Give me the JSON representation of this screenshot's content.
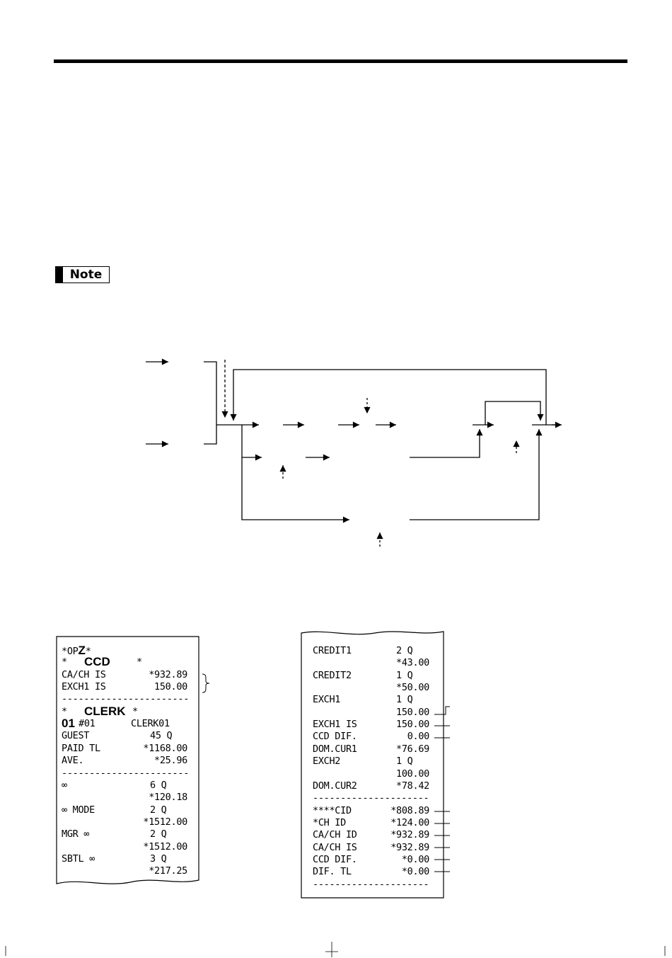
{
  "note": {
    "label": "Note"
  },
  "receipt_left": {
    "lines": [
      {
        "type": "header",
        "a": "*OP",
        "b": "Z",
        "c": "*"
      },
      {
        "type": "title",
        "a": "*",
        "b": "CCD",
        "c": "*"
      },
      {
        "type": "row",
        "l": "CA/CH IS",
        "m": "",
        "r": "*932.89"
      },
      {
        "type": "row",
        "l": "EXCH1 IS",
        "m": "",
        "r": "150.00"
      },
      {
        "type": "dash",
        "text": "------------------------"
      },
      {
        "type": "title",
        "a": "*",
        "b": "CLERK",
        "c": "*"
      },
      {
        "type": "clerk",
        "a": "01",
        "b": "#01",
        "c": "CLERK01"
      },
      {
        "type": "row",
        "l": "GUEST",
        "m": "45 Q",
        "r": ""
      },
      {
        "type": "row",
        "l": "PAID TL",
        "m": "",
        "r": "*1168.00"
      },
      {
        "type": "row",
        "l": "AVE.",
        "m": "",
        "r": "*25.96"
      },
      {
        "type": "dash",
        "text": "------------------------"
      },
      {
        "type": "row",
        "l": "∞",
        "m": "6 Q",
        "r": ""
      },
      {
        "type": "row",
        "l": "",
        "m": "",
        "r": "*120.18"
      },
      {
        "type": "row",
        "l": "∞ MODE",
        "m": "2 Q",
        "r": ""
      },
      {
        "type": "row",
        "l": "",
        "m": "",
        "r": "*1512.00"
      },
      {
        "type": "row",
        "l": "MGR ∞",
        "m": "2 Q",
        "r": ""
      },
      {
        "type": "row",
        "l": "",
        "m": "",
        "r": "*1512.00"
      },
      {
        "type": "row",
        "l": "SBTL ∞",
        "m": "3 Q",
        "r": ""
      },
      {
        "type": "row",
        "l": "",
        "m": "",
        "r": "*217.25"
      }
    ]
  },
  "receipt_right": {
    "lines": [
      {
        "type": "row",
        "l": "CREDIT1",
        "m": "2 Q",
        "r": ""
      },
      {
        "type": "row",
        "l": "",
        "m": "",
        "r": "*43.00"
      },
      {
        "type": "row",
        "l": "CREDIT2",
        "m": "1 Q",
        "r": ""
      },
      {
        "type": "row",
        "l": "",
        "m": "",
        "r": "*50.00"
      },
      {
        "type": "row",
        "l": "EXCH1",
        "m": "1 Q",
        "r": ""
      },
      {
        "type": "row",
        "l": "",
        "m": "",
        "r": "150.00"
      },
      {
        "type": "row",
        "l": "EXCH1 IS",
        "m": "",
        "r": "150.00"
      },
      {
        "type": "row",
        "l": "CCD DIF.",
        "m": "",
        "r": "0.00"
      },
      {
        "type": "row",
        "l": "DOM.CUR1",
        "m": "",
        "r": "*76.69"
      },
      {
        "type": "row",
        "l": "EXCH2",
        "m": "1 Q",
        "r": ""
      },
      {
        "type": "row",
        "l": "",
        "m": "",
        "r": "100.00"
      },
      {
        "type": "row",
        "l": "DOM.CUR2",
        "m": "",
        "r": "*78.42"
      },
      {
        "type": "dash",
        "text": "------------------------"
      },
      {
        "type": "row",
        "l": "****CID",
        "m": "",
        "r": "*808.89"
      },
      {
        "type": "row",
        "l": "*CH ID",
        "m": "",
        "r": "*124.00"
      },
      {
        "type": "row",
        "l": "CA/CH ID",
        "m": "",
        "r": "*932.89"
      },
      {
        "type": "row",
        "l": "CA/CH IS",
        "m": "",
        "r": "*932.89"
      },
      {
        "type": "row",
        "l": "CCD DIF.",
        "m": "",
        "r": "*0.00"
      },
      {
        "type": "row",
        "l": "DIF. TL",
        "m": "",
        "r": "*0.00"
      },
      {
        "type": "dash",
        "text": "------------------------"
      }
    ]
  }
}
